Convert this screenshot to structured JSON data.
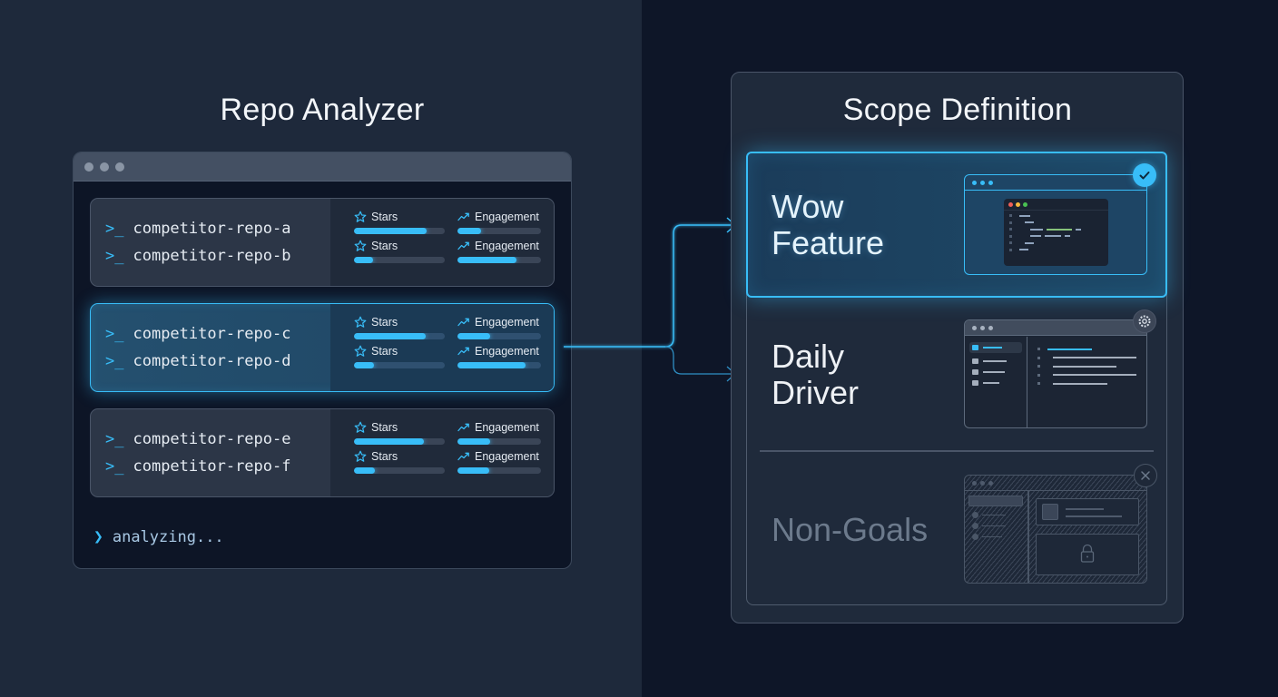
{
  "left_panel": {
    "title": "Repo Analyzer",
    "terminal": {
      "window_dots": 3,
      "groups": [
        {
          "highlighted": false,
          "repos": [
            {
              "prompt": ">_",
              "name": "competitor-repo-a",
              "stars_label": "Stars",
              "engagement_label": "Engagement",
              "stars_pct": 80,
              "engagement_pct": 28
            },
            {
              "prompt": ">_",
              "name": "competitor-repo-b",
              "stars_label": "Stars",
              "engagement_label": "Engagement",
              "stars_pct": 21,
              "engagement_pct": 71
            }
          ]
        },
        {
          "highlighted": true,
          "repos": [
            {
              "prompt": ">_",
              "name": "competitor-repo-c",
              "stars_label": "Stars",
              "engagement_label": "Engagement",
              "stars_pct": 79,
              "engagement_pct": 39
            },
            {
              "prompt": ">_",
              "name": "competitor-repo-d",
              "stars_label": "Stars",
              "engagement_label": "Engagement",
              "stars_pct": 22,
              "engagement_pct": 82
            }
          ]
        },
        {
          "highlighted": false,
          "repos": [
            {
              "prompt": ">_",
              "name": "competitor-repo-e",
              "stars_label": "Stars",
              "engagement_label": "Engagement",
              "stars_pct": 77,
              "engagement_pct": 39
            },
            {
              "prompt": ">_",
              "name": "competitor-repo-f",
              "stars_label": "Stars",
              "engagement_label": "Engagement",
              "stars_pct": 23,
              "engagement_pct": 38
            }
          ]
        }
      ],
      "status_prompt": "❯",
      "status_text": "analyzing..."
    }
  },
  "right_panel": {
    "title": "Scope Definition",
    "sections": [
      {
        "id": "wow",
        "label_line1": "Wow",
        "label_line2": "Feature",
        "status_icon": "check-icon",
        "state": "selected"
      },
      {
        "id": "daily",
        "label_line1": "Daily",
        "label_line2": "Driver",
        "status_icon": "gear-icon",
        "state": "in-progress"
      },
      {
        "id": "non-goals",
        "label_line1": "Non-Goals",
        "label_line2": "",
        "status_icon": "x-icon",
        "state": "excluded"
      }
    ]
  },
  "colors": {
    "accent": "#38bdf8",
    "bg_left": "#1e293b",
    "bg_right": "#0e1628",
    "muted_text": "#6c7a8c"
  }
}
